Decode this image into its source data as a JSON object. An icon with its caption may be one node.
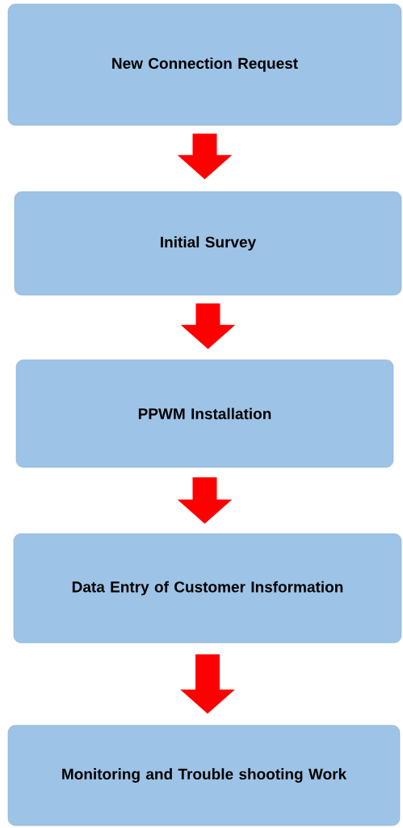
{
  "diagram": {
    "nodes": [
      {
        "text": [
          "New Connection Request"
        ]
      },
      {
        "text": [
          "Initial Survey"
        ]
      },
      {
        "text": [
          "PPWM Installation"
        ]
      },
      {
        "text": [
          "Data Entry of Customer Insformation"
        ]
      },
      {
        "text": [
          "Monitoring and Trouble shooting Work"
        ]
      }
    ],
    "edges": [
      {
        "from": 0,
        "to": 1,
        "arrow": "to"
      },
      {
        "from": 1,
        "to": 2,
        "arrow": "to"
      },
      {
        "from": 2,
        "to": 3,
        "arrow": "to"
      },
      {
        "from": 3,
        "to": 4,
        "arrow": "to"
      }
    ]
  }
}
